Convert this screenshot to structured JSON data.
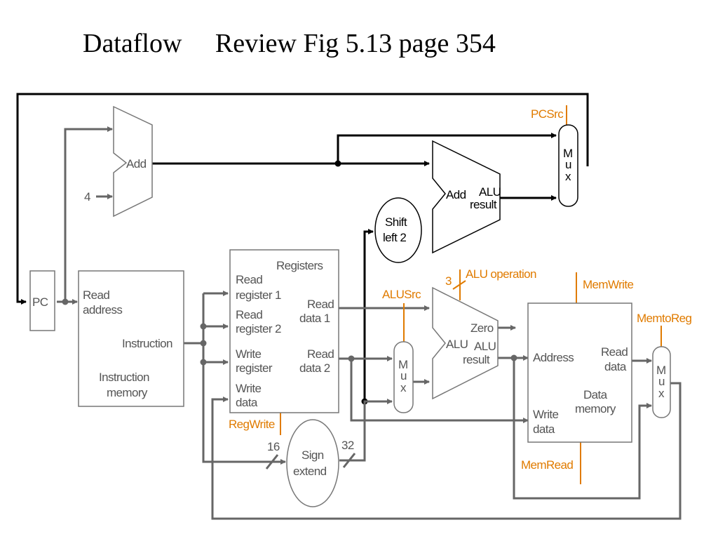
{
  "title": "Dataflow     Review Fig 5.13 page 354",
  "colors": {
    "datapath": "#666666",
    "pc_path": "#000000",
    "control": "#e07b00"
  },
  "labels": {
    "pc": "PC",
    "add": "Add",
    "four": "4",
    "add2": "Add",
    "alu": "ALU",
    "result": "result",
    "shift1": "Shift",
    "shift2": "left 2",
    "mux_m": "M",
    "mux_u": "u",
    "mux_x": "x",
    "read": "Read",
    "address": "address",
    "instruction": "Instruction",
    "memory": "memory",
    "registers": "Registers",
    "register1": "register 1",
    "register2": "register 2",
    "write": "Write",
    "register": "register",
    "data": "data",
    "data1": "data 1",
    "data2": "data 2",
    "zero": "Zero",
    "address_cap": "Address",
    "data_cap": "Data",
    "sign": "Sign",
    "extend": "extend",
    "sixteen": "16",
    "thirtytwo": "32",
    "three": "3"
  },
  "control": {
    "pcsrc": "PCSrc",
    "alu_operation": "ALU operation",
    "alusrc": "ALUSrc",
    "memwrite": "MemWrite",
    "memtoreg": "MemtoReg",
    "regwrite": "RegWrite",
    "memread": "MemRead"
  }
}
